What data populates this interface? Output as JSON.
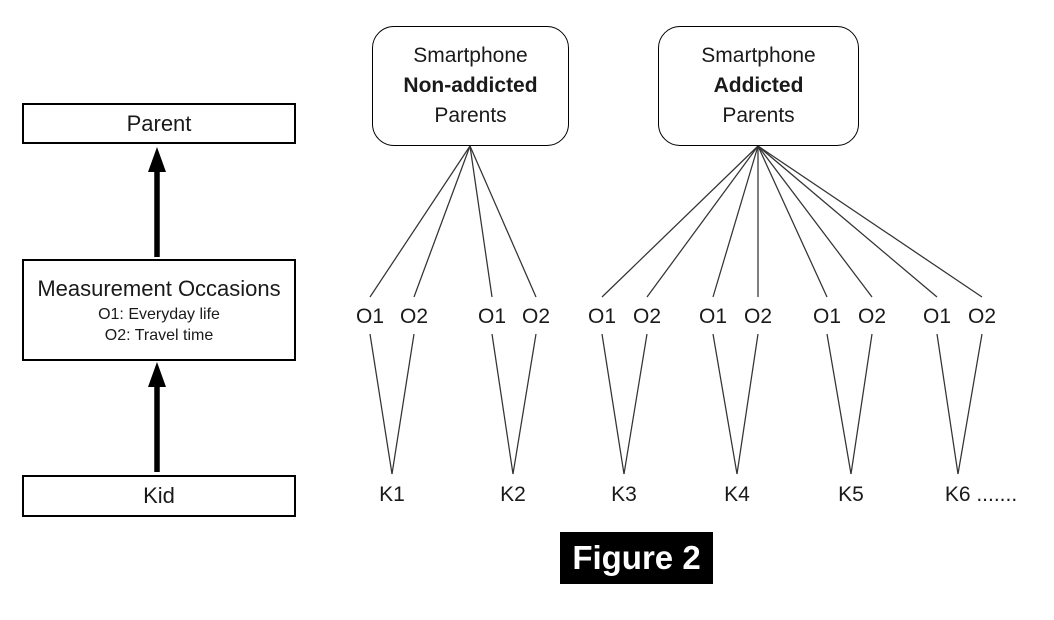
{
  "caption": "Figure 2",
  "left_panel": {
    "parent_label": "Parent",
    "measurement_title": "Measurement Occasions",
    "occasion1_desc": "O1: Everyday life",
    "occasion2_desc": "O2: Travel time",
    "kid_label": "Kid"
  },
  "groups": [
    {
      "line1": "Smartphone",
      "line2": "Non-addicted",
      "line3": "Parents",
      "kids": [
        {
          "label": "K1",
          "occasions": [
            "O1",
            "O2"
          ]
        },
        {
          "label": "K2",
          "occasions": [
            "O1",
            "O2"
          ]
        }
      ]
    },
    {
      "line1": "Smartphone",
      "line2": "Addicted",
      "line3": "Parents",
      "kids": [
        {
          "label": "K3",
          "occasions": [
            "O1",
            "O2"
          ]
        },
        {
          "label": "K4",
          "occasions": [
            "O1",
            "O2"
          ]
        },
        {
          "label": "K5",
          "occasions": [
            "O1",
            "O2"
          ]
        },
        {
          "label": "K6 .......",
          "occasions": [
            "O1",
            "O2"
          ]
        }
      ]
    }
  ],
  "colors": {
    "background": "#ffffff",
    "line": "#333333",
    "box_border": "#000000",
    "text": "#1a1a1a",
    "caption_bg": "#000000",
    "caption_fg": "#ffffff"
  }
}
